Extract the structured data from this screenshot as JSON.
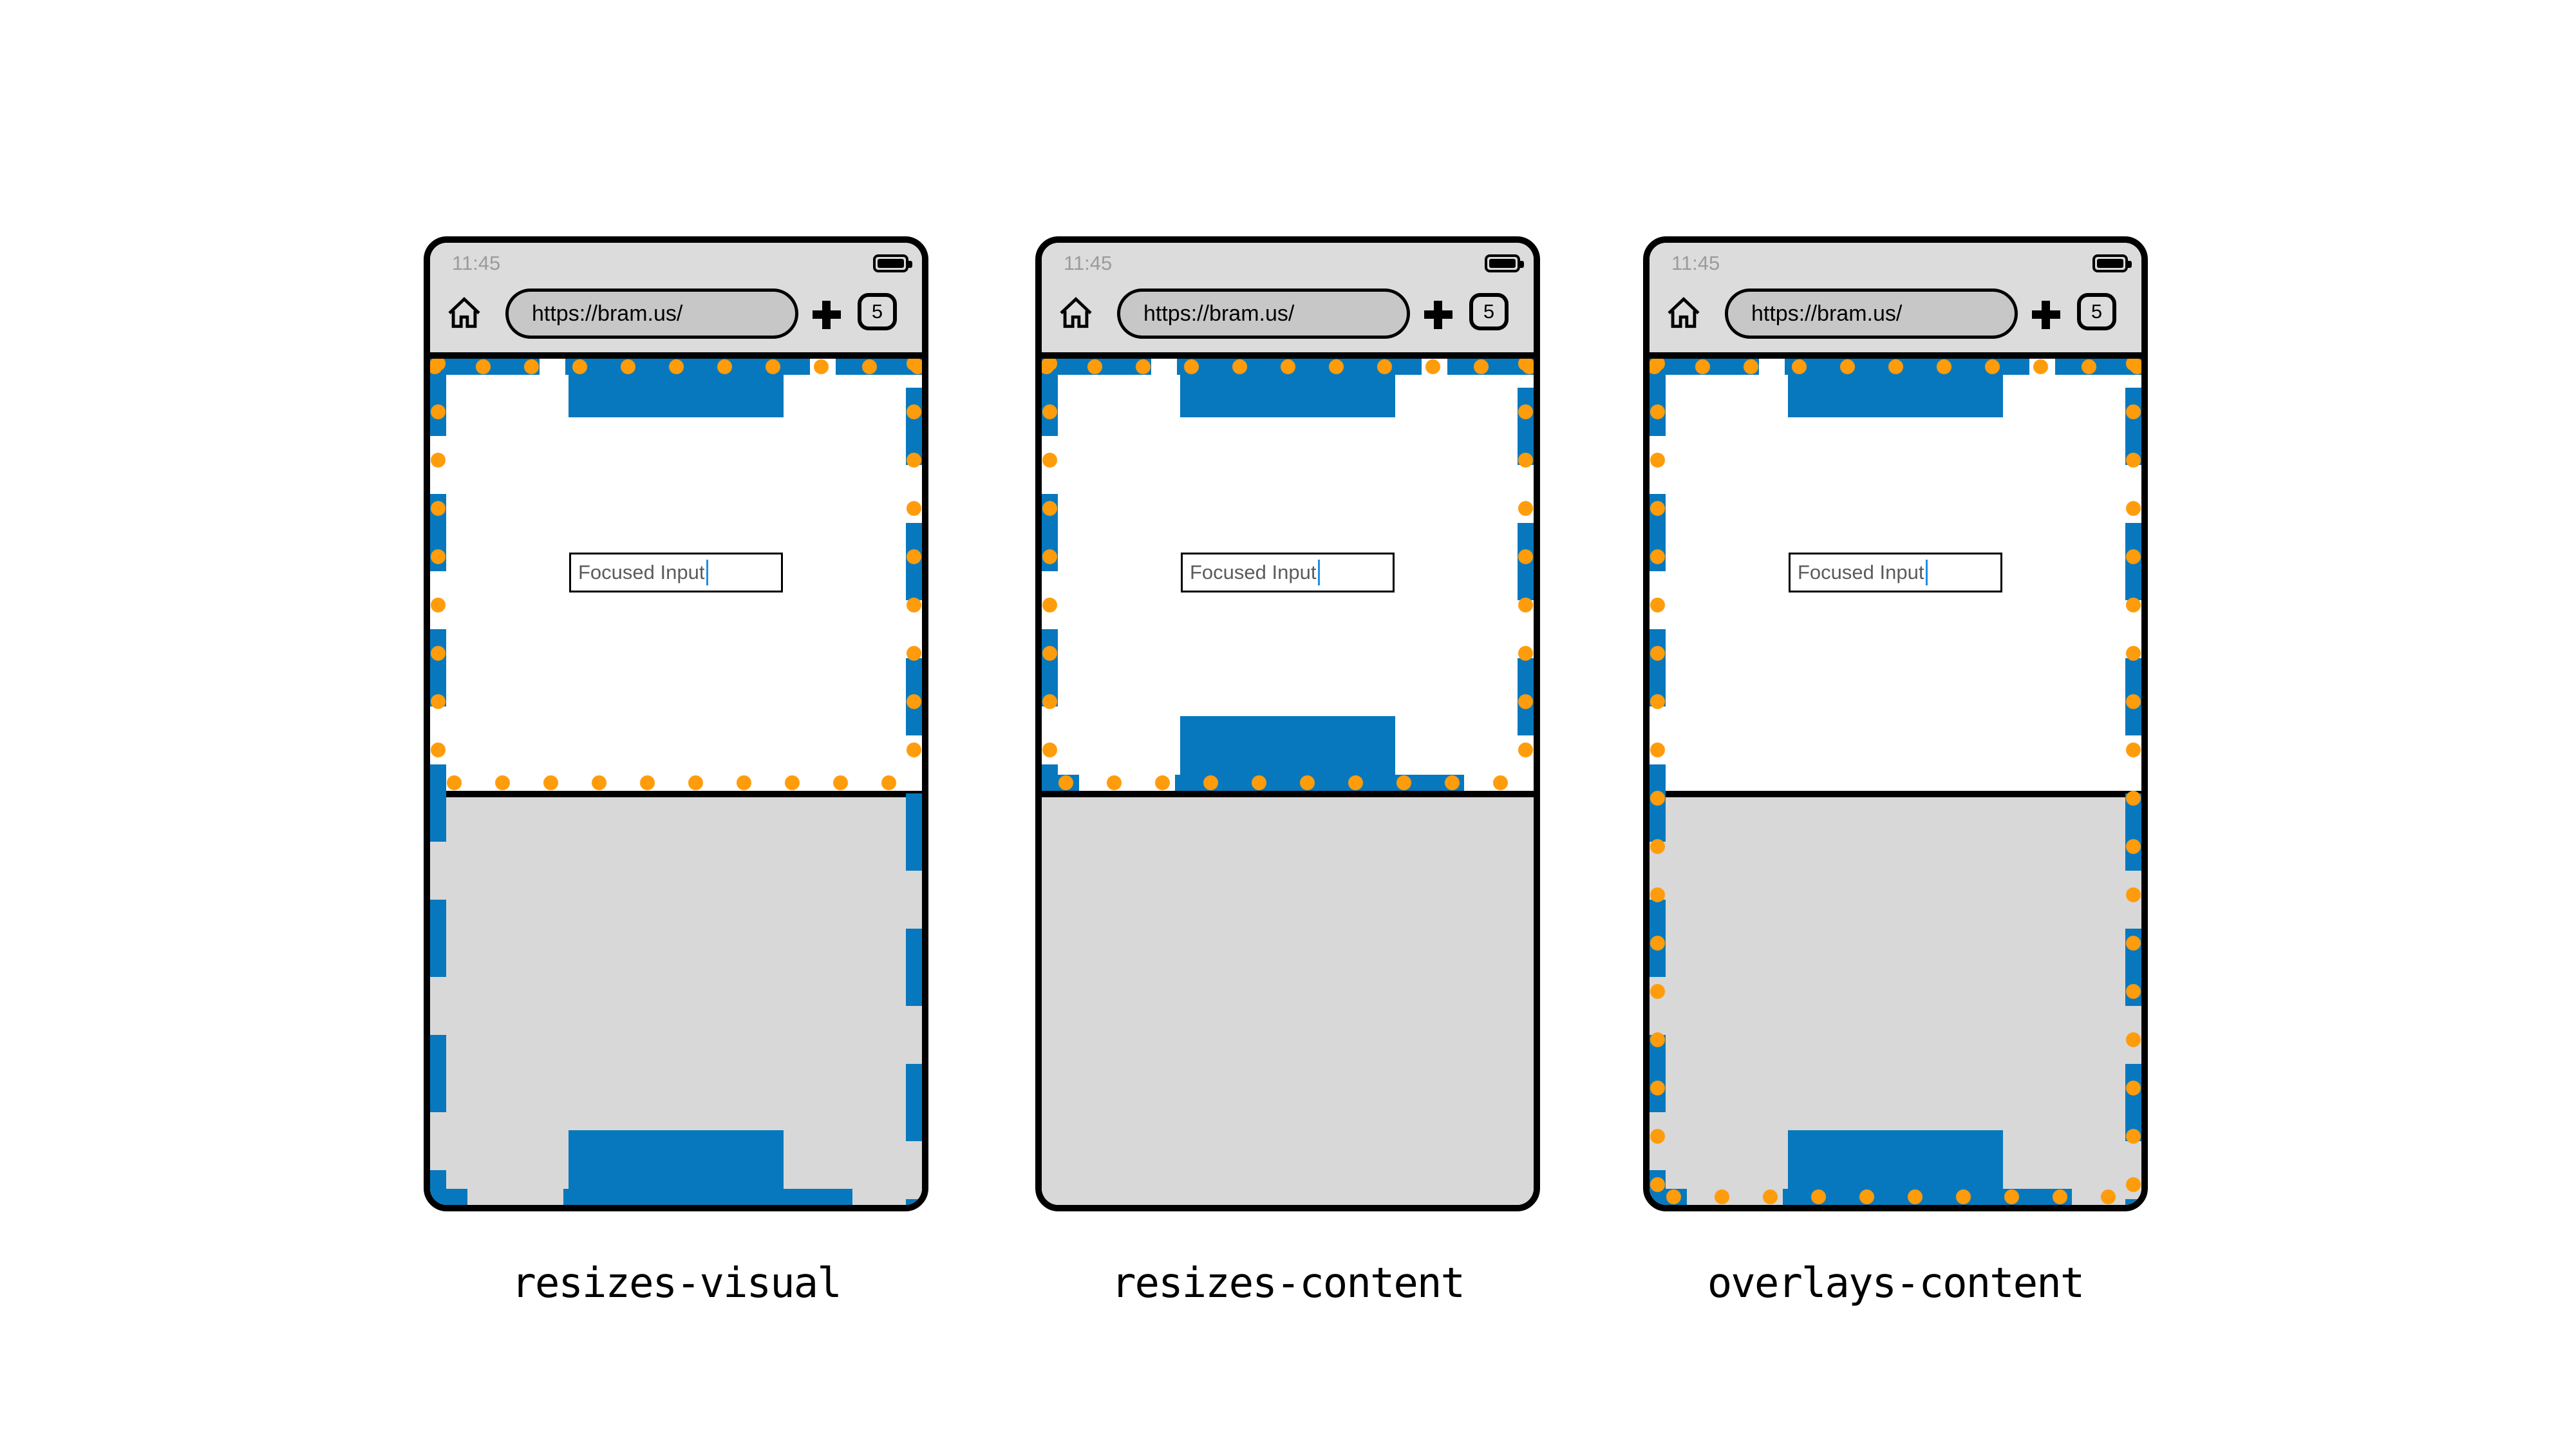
{
  "colors": {
    "blue": "#0778bd",
    "orange": "#ff9c0c",
    "chrome": "#dcdcdc",
    "keyboard": "#d8d8d8",
    "urlbar": "#c7c7c7",
    "caret": "#1f8fe5"
  },
  "status_bar": {
    "time": "11:45",
    "battery_icon": "battery-full"
  },
  "browser_bar": {
    "home_icon": "house",
    "url": "https://bram.us/",
    "new_tab_icon": "plus",
    "tab_count": "5"
  },
  "page": {
    "input_value": "Focused Input"
  },
  "legend": {
    "layout_viewport_style": "blue-dashed-border",
    "visual_viewport_style": "orange-dotted-outline"
  },
  "phones": [
    {
      "caption": "resizes-visual"
    },
    {
      "caption": "resizes-content"
    },
    {
      "caption": "overlays-content"
    }
  ]
}
